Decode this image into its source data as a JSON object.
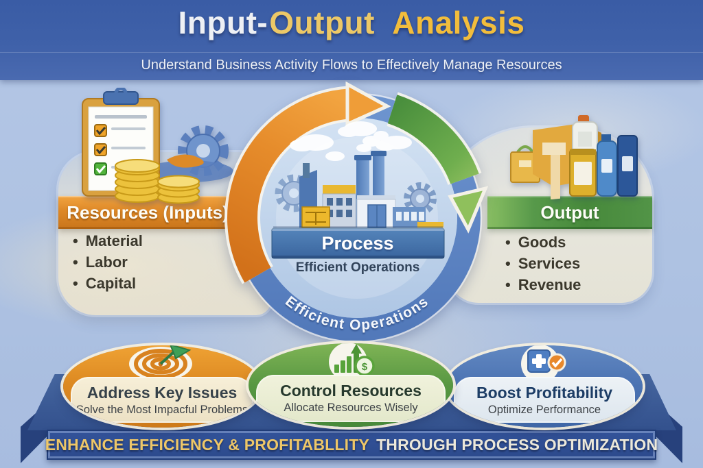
{
  "header": {
    "title": {
      "part1": "Input-",
      "part2": "Output",
      "part3": "Analysis"
    },
    "subtitle": "Understand Business Activity Flows to Effectively Manage Resources"
  },
  "inputs_panel": {
    "header": "Resources (Inputs)",
    "items": [
      "Material",
      "Labor",
      "Capital"
    ]
  },
  "process_circle": {
    "banner": "Process",
    "caption": "Efficient Operations",
    "curved_text": "Efficient Operations"
  },
  "output_panel": {
    "header": "Output",
    "items": [
      "Goods",
      "Services",
      "Revenue"
    ]
  },
  "bottom_cards": [
    {
      "icon": "target-dart-icon",
      "title": "Address Key Issues",
      "subtitle": "Solve the Most Impacful Problems"
    },
    {
      "icon": "growth-chart-dollar-icon",
      "title": "Control Resources",
      "subtitle": "Allocate Resources Wisely",
      "dollar_glyph": "$"
    },
    {
      "icon": "first-aid-box-check-icon",
      "title": "Boost Profitability",
      "subtitle": "Optimize Performance"
    }
  ],
  "footer": {
    "highlight": "ENHANCE EFFICIENCY & PROFITABLLITY",
    "rest": "THROUGH PROCESS OPTIMIZATION"
  },
  "colors": {
    "header_blue": "#3e60a8",
    "background_blue": "#b2c5e5",
    "accent_gold": "#f0bd3f",
    "input_orange": "#d98321",
    "output_green": "#4f9440",
    "process_blue": "#4a7ab2",
    "ring_blue": "#5e86c4",
    "ribbon_blue": "#3a5a9e",
    "footer_gold": "#eec768",
    "cream_panel": "#f0ead6"
  }
}
